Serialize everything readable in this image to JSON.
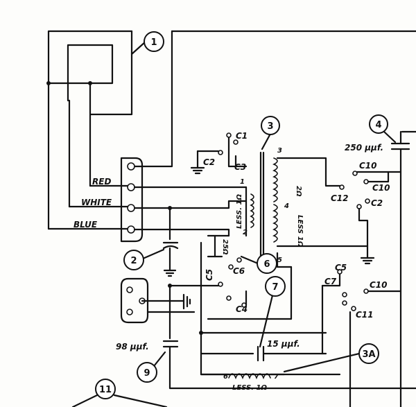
{
  "wire_labels": {
    "red": "RED",
    "white": "WHITE",
    "blue": "BLUE"
  },
  "component_labels": {
    "c1": "C1",
    "c2_top": "C2",
    "c3": "C3",
    "c2_right": "C2",
    "c4": "C4",
    "c5_left": "C5",
    "c5_right": "C5",
    "c6": "C6",
    "c7": "C7",
    "c10_a": "C10",
    "c10_b": "C10",
    "c10_c": "C10",
    "c11": "C11",
    "c12": "C12"
  },
  "values": {
    "cap_250": "250 μμf.",
    "cap_98": "98 μμf.",
    "cap_15": "15 μμf.",
    "ohm_2": "2Ω",
    "ohm_25": "25Ω",
    "less_1_a": "LESS. 1Ω",
    "less_1_b": "LESS 1Ω",
    "less_1_c": "LESS. 1Ω"
  },
  "coil_pins": {
    "p1": "1",
    "p2": "2",
    "p3": "3",
    "p4": "4",
    "p5": "5",
    "p6": "6",
    "p7": "7"
  },
  "callouts": [
    "1",
    "2",
    "3",
    "3A",
    "4",
    "6",
    "7",
    "9",
    "11"
  ]
}
